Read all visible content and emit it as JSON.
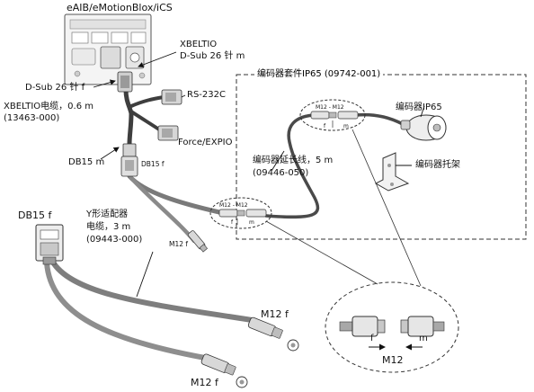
{
  "controller": {
    "title": "eAIB/eMotionBlox/iCS"
  },
  "labels": {
    "xbeltio_conn_line1": "XBELTIO",
    "xbeltio_conn_line2": "D-Sub 26 针 m",
    "dsub26f": "D-Sub 26 针 f",
    "xbeltio_cable_line1": "XBELTIO电缆，0.6 m",
    "xbeltio_cable_line2": "(13463-000)",
    "rs232c": "RS-232C",
    "force_expio": "Force/EXPIO",
    "db15m": "DB15 m",
    "db15f_small": "DB15 f",
    "db15f_big": "DB15 f",
    "y_adapter_line1": "Y形适配器",
    "y_adapter_line2": "电缆，3 m",
    "y_adapter_line3": "(09443-000)",
    "m12f_small": "M12 f",
    "m12f_upper": "M12 f",
    "m12f_lower": "M12 f",
    "ext_cable_line1": "编码器延长线，5 m",
    "ext_cable_line2": "(09446-050)",
    "m12m12_box": "M12 - M12",
    "m12m12_mid": "M12 - M12",
    "f_box": "f",
    "m_box": "m",
    "f_mid": "f",
    "m_mid": "m",
    "encoder_ip65": "编码器IP65",
    "encoder_bracket": "编码器托架",
    "zoom_f": "f",
    "zoom_m": "m",
    "zoom_m12": "M12"
  },
  "kit_box": {
    "title": "编码器套件IP65 (09742-001)"
  },
  "colors": {
    "cable": "#4a4a4a",
    "cable_light": "#8a8a8a",
    "box_line": "#333333",
    "connector": "#d0d0d0"
  }
}
